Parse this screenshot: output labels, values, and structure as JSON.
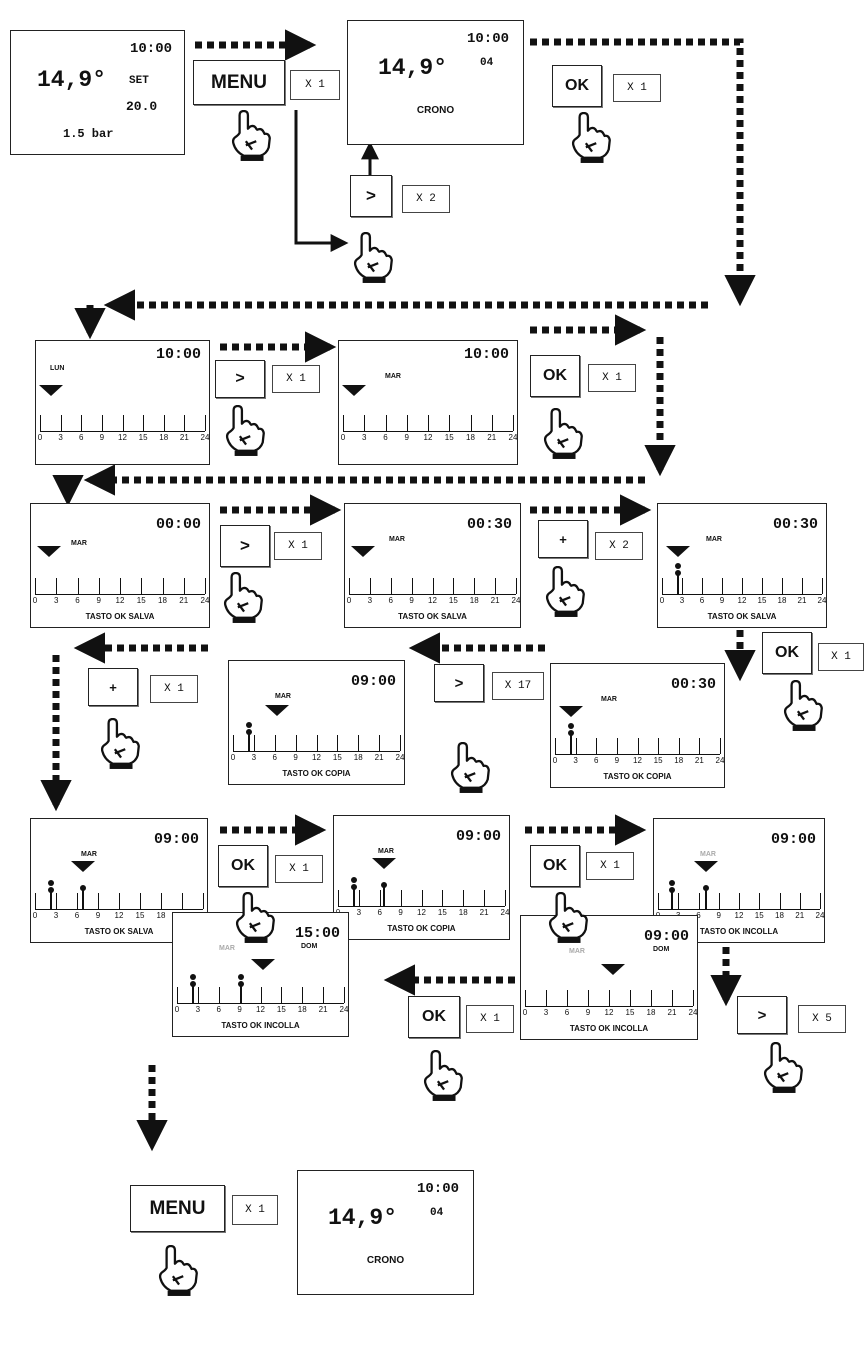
{
  "time_labels": [
    "0",
    "3",
    "6",
    "9",
    "12",
    "15",
    "18",
    "21",
    "24"
  ],
  "screens": {
    "s1": {
      "time": "10:00",
      "temp": "14,9°",
      "set": "SET",
      "setval": "20.0",
      "pressure": "1.5 bar"
    },
    "s2": {
      "time": "10:00",
      "temp": "14,9°",
      "num": "04",
      "mode": "CRONO"
    },
    "s3": {
      "time": "10:00",
      "day": "LUN"
    },
    "s4": {
      "time": "10:00",
      "day": "MAR"
    },
    "s5": {
      "time": "00:00",
      "day": "MAR",
      "hint": "TASTO OK SALVA"
    },
    "s6": {
      "time": "00:30",
      "day": "MAR",
      "hint": "TASTO OK SALVA"
    },
    "s7": {
      "time": "00:30",
      "day": "MAR",
      "hint": "TASTO OK SALVA"
    },
    "s8": {
      "time": "09:00",
      "day": "MAR",
      "hint": "TASTO OK COPIA"
    },
    "s9": {
      "time": "00:30",
      "day": "MAR",
      "hint": "TASTO OK COPIA"
    },
    "s10": {
      "time": "09:00",
      "day": "MAR",
      "hint": "TASTO OK SALVA"
    },
    "s11": {
      "time": "09:00",
      "day": "MAR",
      "hint": "TASTO OK COPIA"
    },
    "s12": {
      "time": "09:00",
      "day": "MAR",
      "hint": "TASTO OK INCOLLA"
    },
    "s13": {
      "time": "15:00",
      "day": "MAR",
      "day2": "DOM",
      "hint": "TASTO OK INCOLLA"
    },
    "s14": {
      "time": "09:00",
      "day": "MAR",
      "day2": "DOM",
      "hint": "TASTO OK INCOLLA"
    },
    "s15": {
      "time": "10:00",
      "temp": "14,9°",
      "num": "04",
      "mode": "CRONO"
    }
  },
  "buttons": [
    {
      "label": "MENU",
      "mult": "X 1"
    },
    {
      "label": "OK",
      "mult": "X 1"
    },
    {
      "label": ">",
      "mult": "X 2"
    },
    {
      "label": ">",
      "mult": "X 1"
    },
    {
      "label": "OK",
      "mult": "X 1"
    },
    {
      "label": ">",
      "mult": "X 1"
    },
    {
      "label": "+",
      "mult": "X 2"
    },
    {
      "label": "OK",
      "mult": "X 1"
    },
    {
      "label": "+",
      "mult": "X 1"
    },
    {
      "label": ">",
      "mult": "X 17"
    },
    {
      "label": "OK",
      "mult": "X 1"
    },
    {
      "label": "OK",
      "mult": "X 1"
    },
    {
      "label": ">",
      "mult": "X 5"
    },
    {
      "label": "OK",
      "mult": "X 1"
    },
    {
      "label": "MENU",
      "mult": "X 1"
    }
  ],
  "colors": {
    "ink": "#111111",
    "dim_day": "#aaaaaa"
  },
  "icons": {
    "hand": "pointing-hand-icon",
    "arrow": "arrow-icon"
  }
}
